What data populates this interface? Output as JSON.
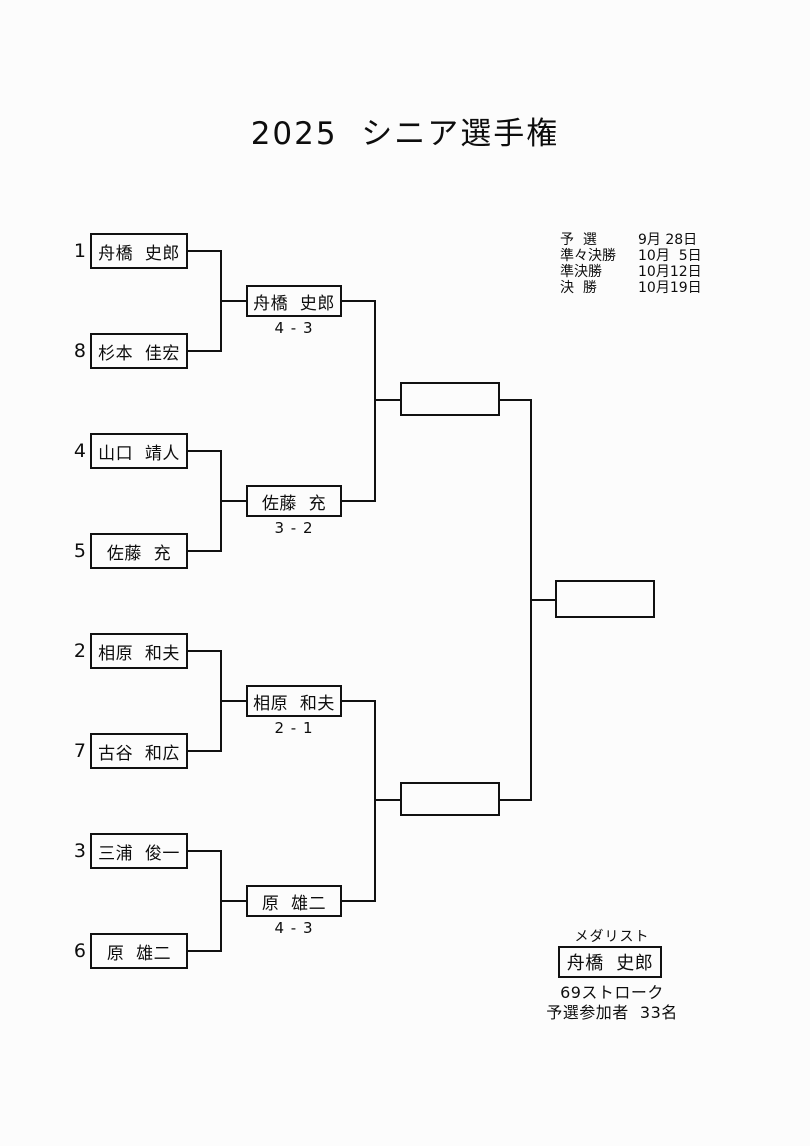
{
  "title": "2025  シニア選手権",
  "schedule": [
    {
      "label": "予  選",
      "date": "9月 28日"
    },
    {
      "label": "準々決勝",
      "date": "10月  5日"
    },
    {
      "label": "準決勝",
      "date": "10月12日"
    },
    {
      "label": "決  勝",
      "date": "10月19日"
    }
  ],
  "round1": [
    {
      "seed": "1",
      "name": "舟橋  史郎"
    },
    {
      "seed": "8",
      "name": "杉本  佳宏"
    },
    {
      "seed": "4",
      "name": "山口  靖人"
    },
    {
      "seed": "5",
      "name": "佐藤  充"
    },
    {
      "seed": "2",
      "name": "相原  和夫"
    },
    {
      "seed": "7",
      "name": "古谷  和広"
    },
    {
      "seed": "3",
      "name": "三浦  俊一"
    },
    {
      "seed": "6",
      "name": "原  雄二"
    }
  ],
  "round2": [
    {
      "name": "舟橋  史郎",
      "score": "4 - 3"
    },
    {
      "name": "佐藤  充",
      "score": "3 - 2"
    },
    {
      "name": "相原  和夫",
      "score": "2 - 1"
    },
    {
      "name": "原  雄二",
      "score": "4 - 3"
    }
  ],
  "round3": [
    {
      "name": "",
      "score": ""
    },
    {
      "name": "",
      "score": ""
    }
  ],
  "final": {
    "name": "",
    "score": ""
  },
  "medalist": {
    "heading": "メダリスト",
    "name": "舟橋  史郎",
    "strokes": "69ストローク",
    "entrants": "予選参加者  33名"
  }
}
